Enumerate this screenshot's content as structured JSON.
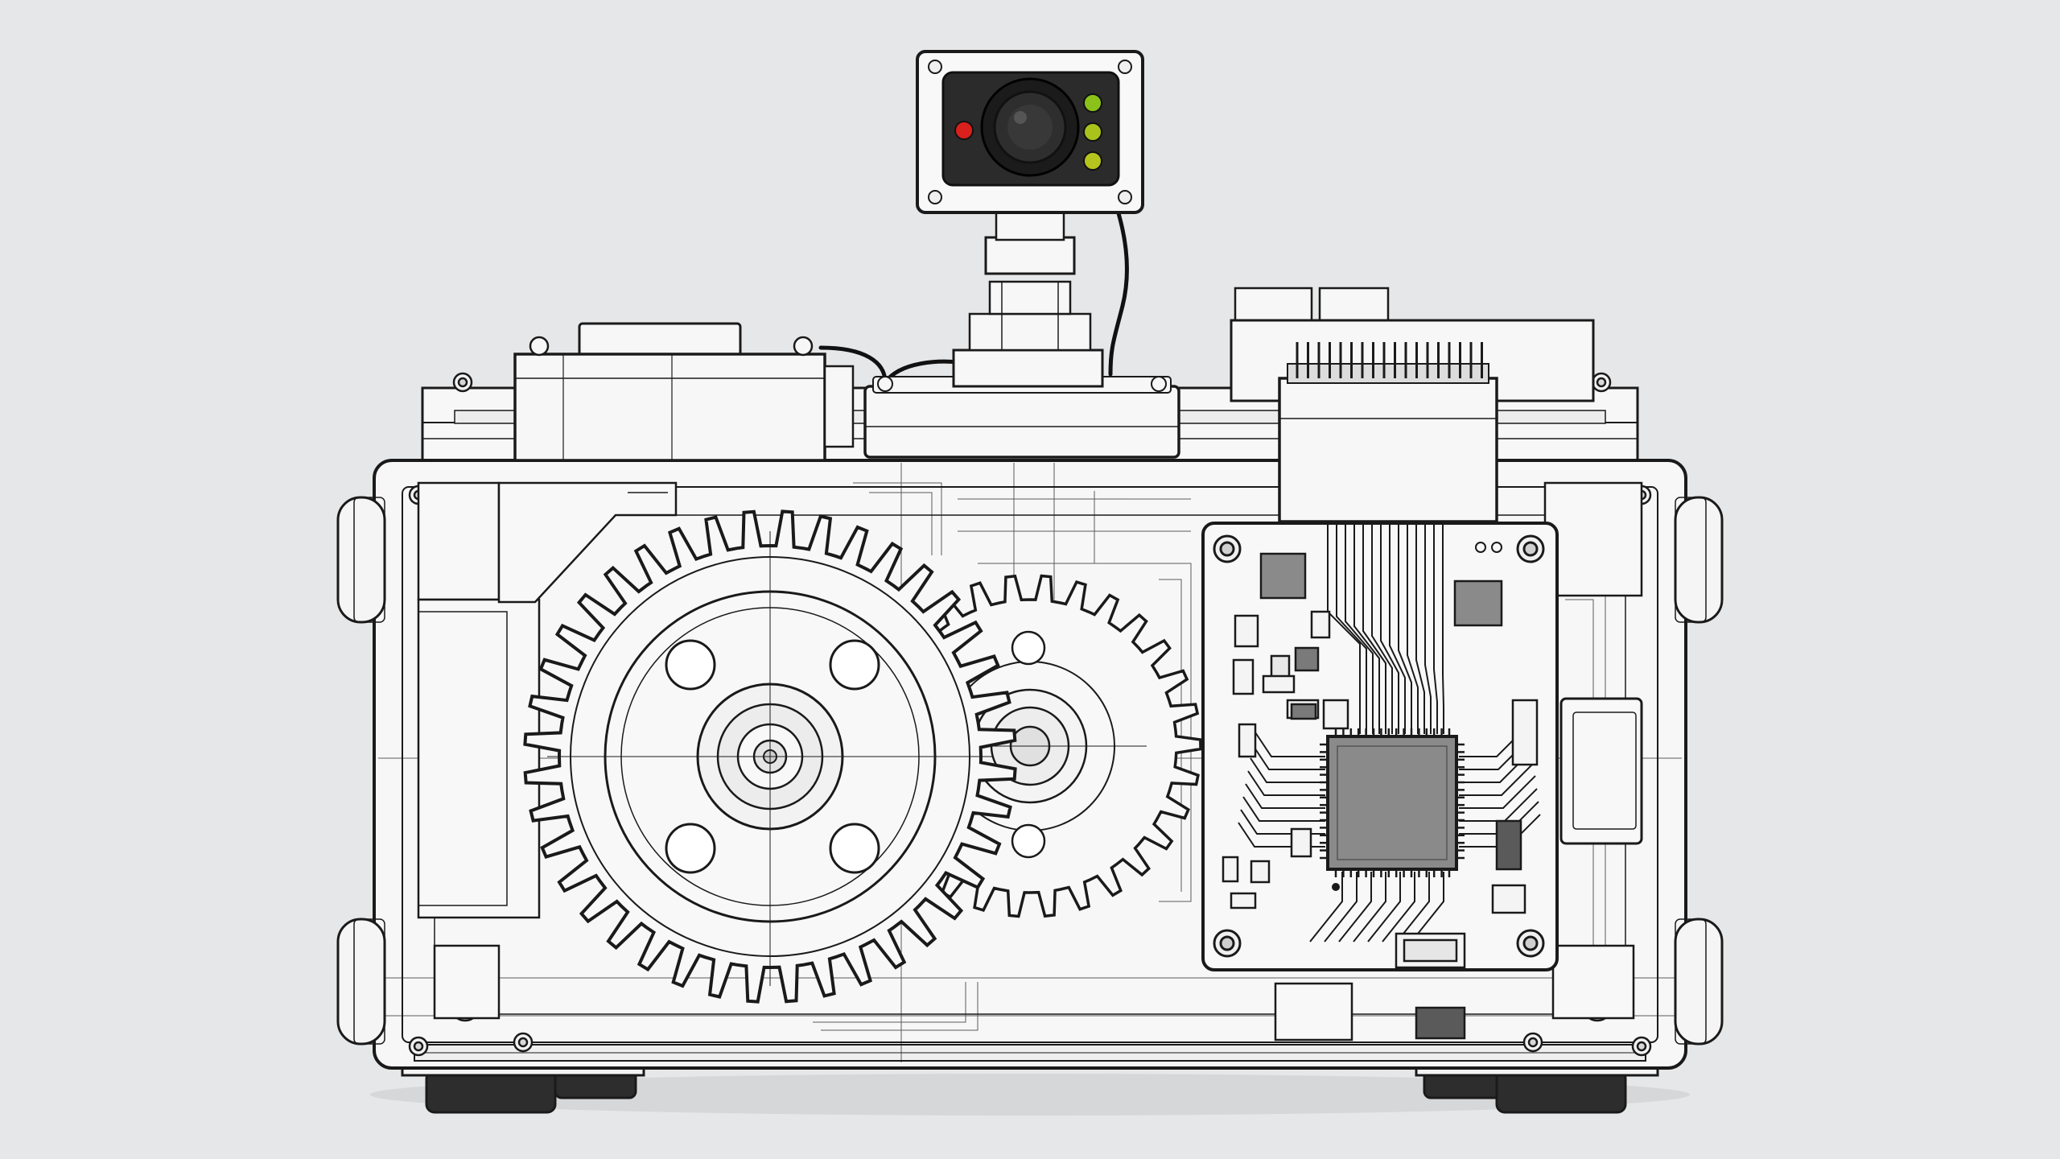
{
  "scene": {
    "background_color": "#e6e7e8",
    "line_color": "#1a1a1a",
    "fill_color": "#f7f7f7"
  },
  "camera": {
    "leds": [
      {
        "name": "red-led",
        "color": "#d8201c"
      },
      {
        "name": "green-led",
        "color": "#8bc21a"
      },
      {
        "name": "yellow-green-led-1",
        "color": "#a9c31c"
      },
      {
        "name": "yellow-green-led-2",
        "color": "#b6c41e"
      }
    ],
    "housing_color": "#2b2b2b"
  },
  "gears": {
    "large": {
      "teeth": 40
    },
    "small": {
      "teeth": 30
    }
  },
  "pcb": {
    "chip_color": "#8a8a8a",
    "pin_header_pins": 18
  }
}
